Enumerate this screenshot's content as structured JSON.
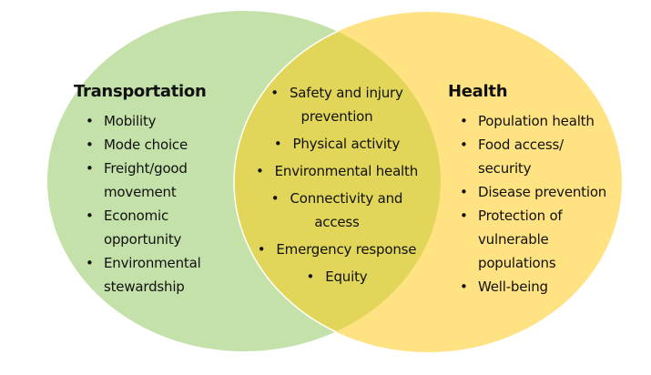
{
  "colors": {
    "transportation_fill": "#C4E1AA",
    "health_fill": "#FFE282",
    "overlap_fill": "#E1D65A",
    "outline": "#FFFFFF",
    "text": "#111111"
  },
  "transportation": {
    "title": "Transportation",
    "items": [
      {
        "line1": "Mobility",
        "line2": ""
      },
      {
        "line1": "Mode choice",
        "line2": ""
      },
      {
        "line1": "Freight/good",
        "line2": "movement"
      },
      {
        "line1": "Economic",
        "line2": "opportunity"
      },
      {
        "line1": "Environmental",
        "line2": "stewardship"
      }
    ]
  },
  "shared": {
    "items": [
      {
        "line1": "Safety and injury",
        "line2": "prevention"
      },
      {
        "line1": "Physical activity",
        "line2": ""
      },
      {
        "line1": "Environmental health",
        "line2": ""
      },
      {
        "line1": "Connectivity and",
        "line2": "access"
      },
      {
        "line1": "Emergency response",
        "line2": ""
      },
      {
        "line1": "Equity",
        "line2": ""
      }
    ]
  },
  "health": {
    "title": "Health",
    "items": [
      {
        "line1": "Population health",
        "line2": ""
      },
      {
        "line1": "Food access/",
        "line2": "security"
      },
      {
        "line1": "Disease prevention",
        "line2": ""
      },
      {
        "line1": "Protection of",
        "line2": "vulnerable"
      },
      {
        "line1": "",
        "line2": "populations"
      },
      {
        "line1": "Well-being",
        "line2": ""
      }
    ]
  }
}
